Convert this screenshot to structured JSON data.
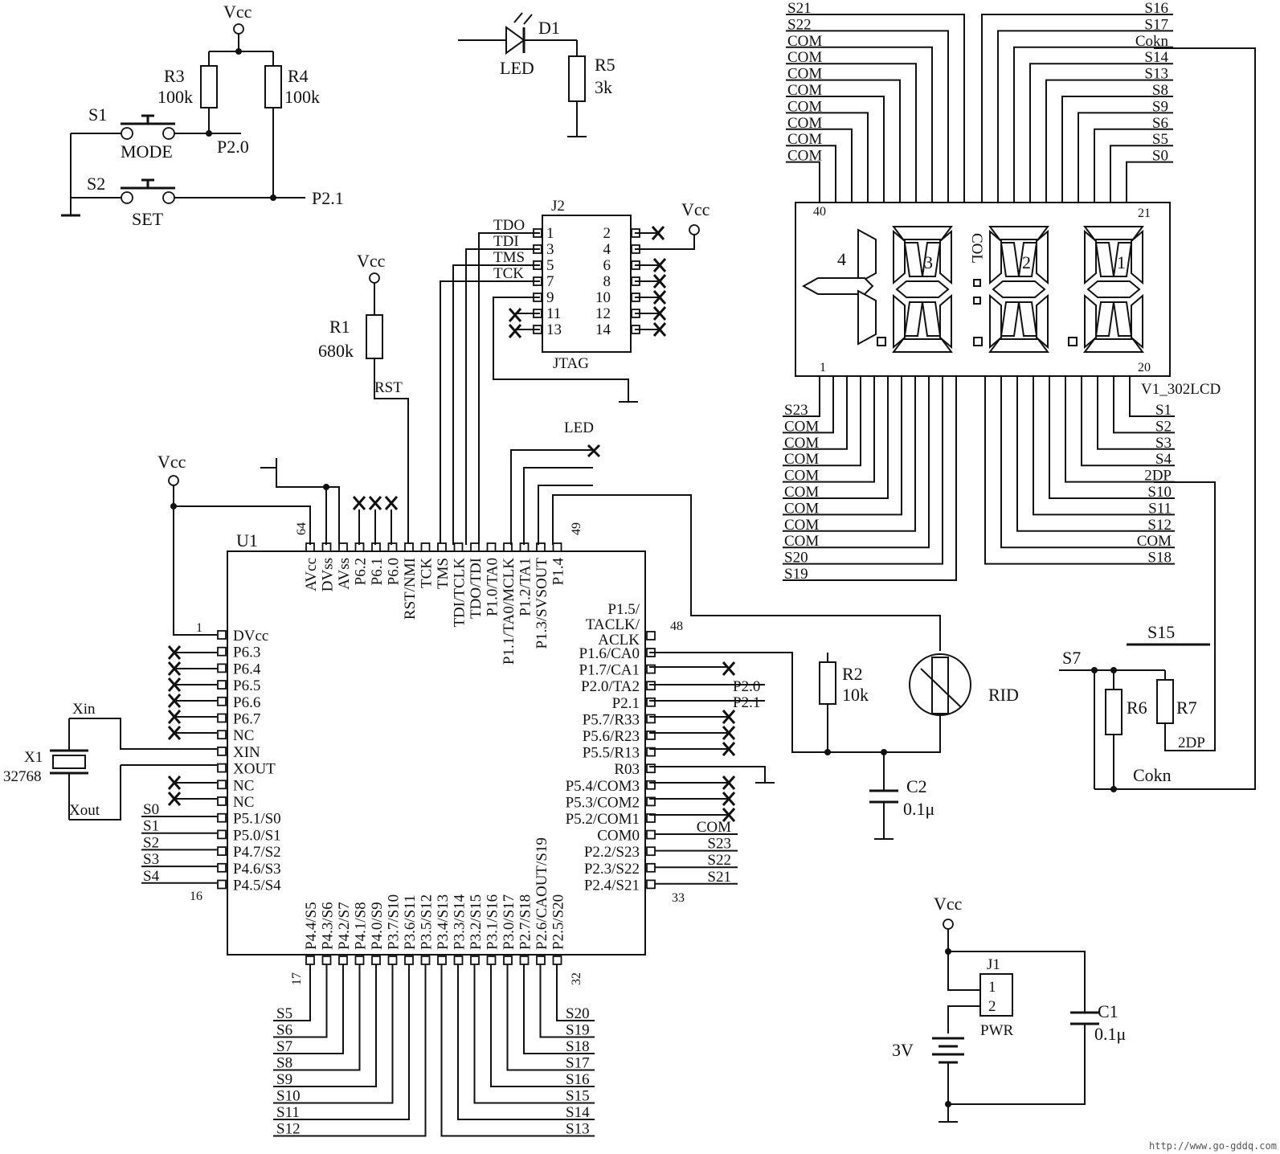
{
  "power": {
    "vcc": "Vcc",
    "battery": "3V"
  },
  "switches": {
    "s1": "S1",
    "s1_name": "MODE",
    "s2": "S2",
    "s2_name": "SET",
    "p20": "P2.0",
    "p21": "P2.1"
  },
  "resistors": {
    "r1": "R1",
    "r1_val": "680k",
    "r2": "R2",
    "r2_val": "10k",
    "r3": "R3",
    "r3_val": "100k",
    "r4": "R4",
    "r4_val": "100k",
    "r5": "R5",
    "r5_val": "3k",
    "r6": "R6",
    "r7": "R7"
  },
  "led": {
    "ref": "D1",
    "name": "LED",
    "net": "LED"
  },
  "jtag": {
    "ref": "J2",
    "name": "JTAG",
    "tdo": "TDO",
    "tdi": "TDI",
    "tms": "TMS",
    "tck": "TCK",
    "rst": "RST",
    "left_pins": [
      "1",
      "3",
      "5",
      "7",
      "9",
      "11",
      "13"
    ],
    "right_pins": [
      "2",
      "4",
      "6",
      "8",
      "10",
      "12",
      "14"
    ]
  },
  "crystal": {
    "ref": "X1",
    "value": "32768",
    "xin": "Xin",
    "xout": "Xout"
  },
  "mcu": {
    "ref": "U1",
    "pin1": "1",
    "pin16": "16",
    "pin17": "17",
    "pin32": "32",
    "pin33": "33",
    "pin48": "48",
    "pin49": "49",
    "pin64": "64",
    "left": [
      "DVcc",
      "P6.3",
      "P6.4",
      "P6.5",
      "P6.6",
      "P6.7",
      "NC",
      "XIN",
      "XOUT",
      "NC",
      "NC",
      "P5.1/S0",
      "P5.0/S1",
      "P4.7/S2",
      "P4.6/S3",
      "P4.5/S4"
    ],
    "top": [
      "AVcc",
      "DVss",
      "AVss",
      "P6.2",
      "P6.1",
      "P6.0",
      "RST/NMI",
      "TCK",
      "TMS",
      "TDI/TCLK",
      "TDO/TDI",
      "P1.0/TA0",
      "P1.1/TA0/MCLK",
      "P1.2/TA1",
      "P1.3/SVSOUT",
      "P1.4"
    ],
    "right_top": [
      "P1.5/",
      "TACLK/",
      "ACLK"
    ],
    "right": [
      "P1.6/CA0",
      "P1.7/CA1",
      "P2.0/TA2",
      "P2.1",
      "P5.7/R33",
      "P5.6/R23",
      "P5.5/R13",
      "R03",
      "P5.4/COM3",
      "P5.3/COM2",
      "P5.2/COM1",
      "COM0",
      "P2.2/S23",
      "P2.3/S22",
      "P2.4/S21"
    ],
    "bottom": [
      "P4.4/S5",
      "P4.3/S6",
      "P4.2/S7",
      "P4.1/S8",
      "P4.0/S9",
      "P3.7/S10",
      "P3.6/S11",
      "P3.5/S12",
      "P3.4/S13",
      "P3.3/S14",
      "P3.2/S15",
      "P3.1/S16",
      "P3.0/S17",
      "P2.7/S18",
      "P2.6/CAOUT/S19",
      "P2.5/S20"
    ]
  },
  "left_nets": [
    "S0",
    "S1",
    "S2",
    "S3",
    "S4"
  ],
  "right_nets": [
    "COM",
    "S23",
    "S22",
    "S21"
  ],
  "right_nets2": [
    "P2.0",
    "P2.1"
  ],
  "bottom_left_nets": [
    "S5",
    "S6",
    "S7",
    "S8",
    "S9",
    "S10",
    "S11",
    "S12"
  ],
  "bottom_right_nets": [
    "S20",
    "S19",
    "S18",
    "S17",
    "S16",
    "S15",
    "S14",
    "S13"
  ],
  "lcd": {
    "ref": "V1_302LCD",
    "pin40": "40",
    "pin21": "21",
    "pin1": "1",
    "pin20": "20",
    "digits": [
      "4",
      "3",
      "2",
      "1"
    ],
    "col": "COL",
    "top_left": [
      "S21",
      "S22",
      "COM",
      "COM",
      "COM",
      "COM",
      "COM",
      "COM",
      "COM",
      "COM"
    ],
    "top_right": [
      "S16",
      "S17",
      "Cokn",
      "S14",
      "S13",
      "S8",
      "S9",
      "S6",
      "S5",
      "S0"
    ],
    "bottom_left": [
      "S23",
      "COM",
      "COM",
      "COM",
      "COM",
      "COM",
      "COM",
      "COM",
      "COM",
      "S20",
      "S19"
    ],
    "bottom_right": [
      "S1",
      "S2",
      "S3",
      "S4",
      "2DP",
      "S10",
      "S11",
      "S12",
      "COM",
      "S18"
    ]
  },
  "rid": {
    "name": "RID"
  },
  "capacitors": {
    "c1": "C1",
    "c1_val": "0.1μ",
    "c2": "C2",
    "c2_val": "0.1μ"
  },
  "misc": {
    "s15": "S15",
    "s7": "S7",
    "twodp": "2DP",
    "cokn": "Cokn",
    "j1": "J1",
    "pwr": "PWR",
    "j1_p1": "1",
    "j1_p2": "2"
  },
  "watermark": "http://www.go-gddq.com"
}
